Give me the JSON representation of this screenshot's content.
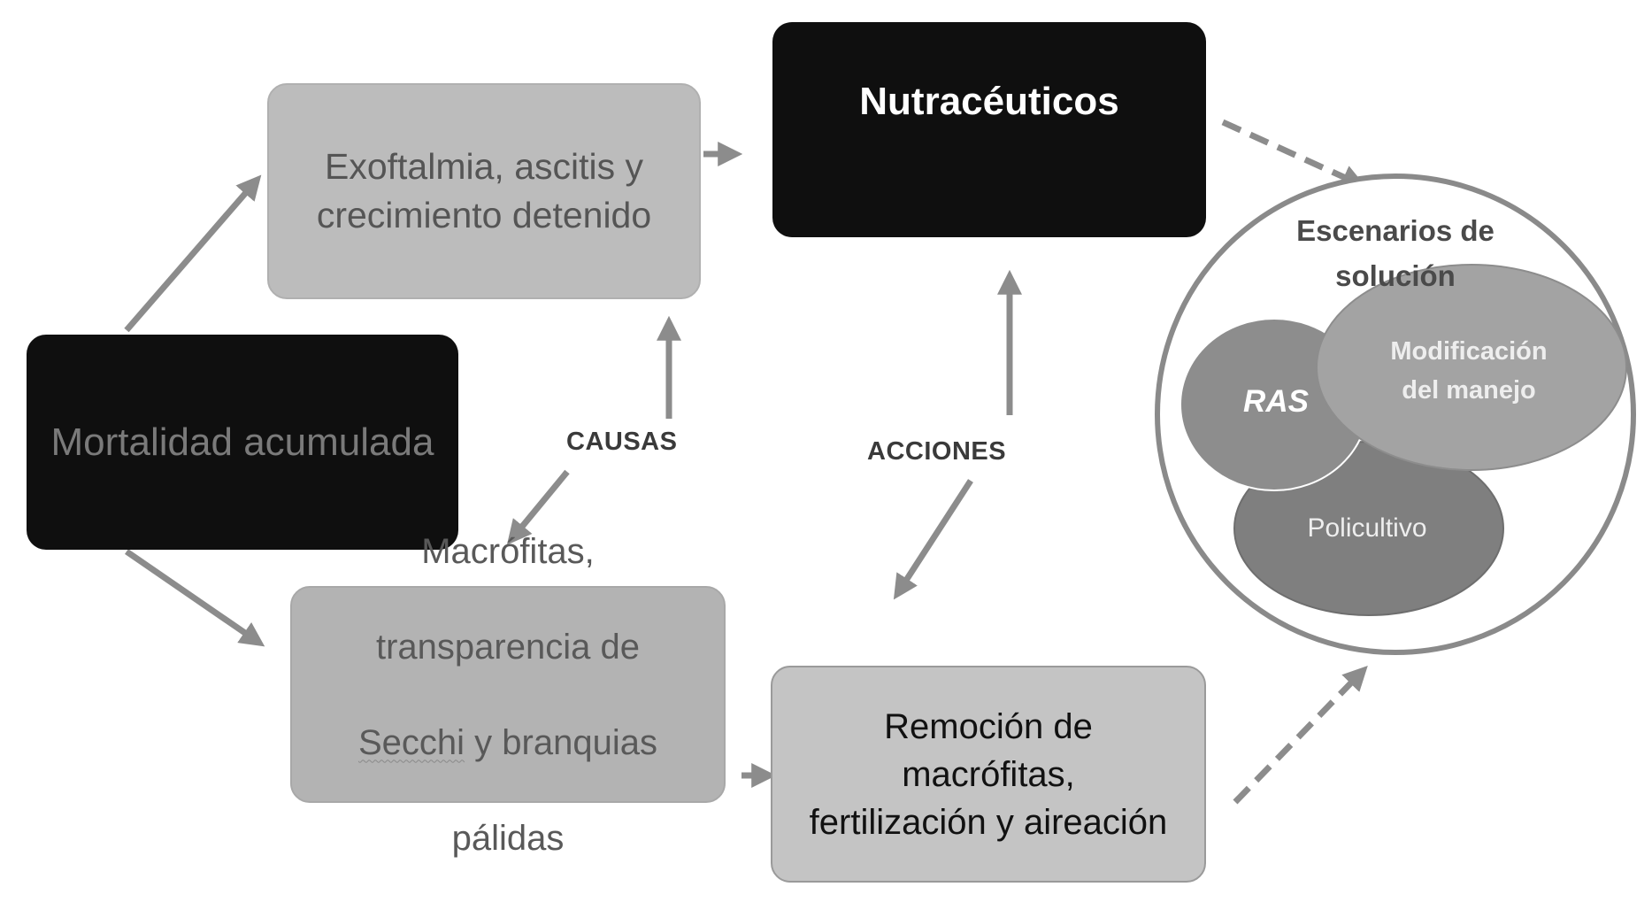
{
  "boxes": {
    "mortalidad": "Mortalidad acumulada",
    "exoftalmia": "Exoftalmia, ascitis y\ncrecimiento detenido",
    "nutraceuticos": "Nutracéuticos",
    "macrofitas_line1": "Macrófitas,",
    "macrofitas_line2": "transparencia de",
    "macrofitas_secchi": "Secchi",
    "macrofitas_line3_rest": " y branquias",
    "macrofitas_line4": "pálidas",
    "remocion": "Remoción de\nmacrófitas,\nfertilización y aireación"
  },
  "labels": {
    "causas": "CAUSAS",
    "acciones": "ACCIONES"
  },
  "scenarios": {
    "title": "Escenarios de\nsolución",
    "ras": "RAS",
    "modificacion": "Modificación\ndel manejo",
    "policultivo": "Policultivo"
  },
  "colors": {
    "arrow": "#8c8c8c",
    "dark_box": "#0f0f0f",
    "light_box": "#bcbcbc",
    "ras": "#8d8d8d",
    "modificacion": "#a3a3a3",
    "policultivo": "#7f7f7f"
  }
}
